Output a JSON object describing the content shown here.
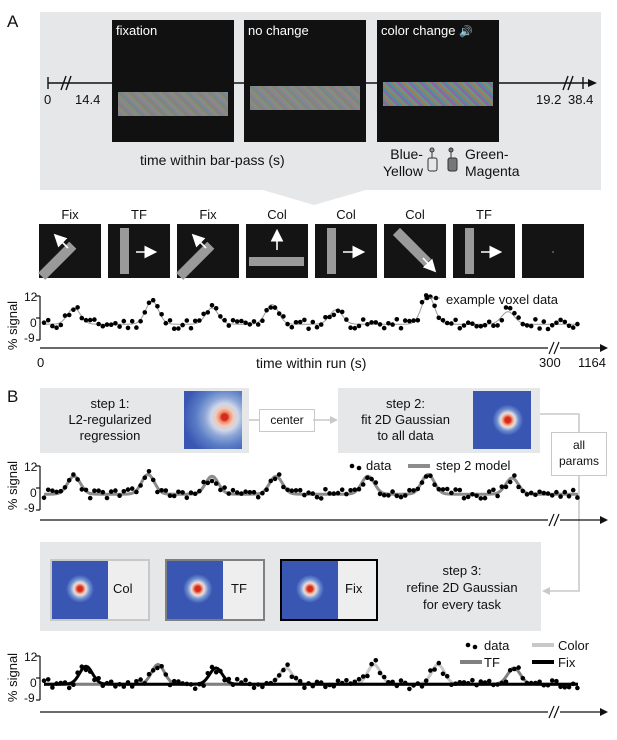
{
  "panel_a": {
    "letter": "A",
    "stimuli": [
      {
        "title": "fixation"
      },
      {
        "title": "no change"
      },
      {
        "title": "color change"
      }
    ],
    "axis_left": {
      "zero": "0",
      "start": "14.4"
    },
    "axis_right": {
      "end": "19.2",
      "total": "38.4"
    },
    "axis_label": "time within bar-pass (s)",
    "response_left": [
      "Blue-",
      "Yellow"
    ],
    "response_right": [
      "Green-",
      "Magenta"
    ],
    "tasks": [
      "Fix",
      "TF",
      "Fix",
      "Col",
      "Col",
      "Col",
      "TF",
      ""
    ],
    "signal_plot": {
      "ylabel": "% signal",
      "yticks": [
        "12",
        "0",
        "-9"
      ],
      "xlabel": "time within run (s)",
      "xticks": [
        "0",
        "300",
        "1164"
      ],
      "legend": "example voxel data"
    }
  },
  "panel_b": {
    "letter": "B",
    "step1": [
      "step 1:",
      "L2-regularized",
      "regression"
    ],
    "center_label": "center",
    "step2": [
      "step 2:",
      "fit 2D Gaussian",
      "to all data"
    ],
    "all_params_label": [
      "all",
      "params"
    ],
    "step3": [
      "step 3:",
      "refine 2D Gaussian",
      "for every task"
    ],
    "task_prfs": [
      "Col",
      "TF",
      "Fix"
    ],
    "plot1": {
      "ylabel": "% signal",
      "yticks": [
        "12",
        "0",
        "-9"
      ],
      "legend": [
        "data",
        "step 2 model"
      ]
    },
    "plot2": {
      "ylabel": "% signal",
      "yticks": [
        "12",
        "0",
        "-9"
      ],
      "legend": [
        "data",
        "Color",
        "TF",
        "Fix"
      ]
    }
  },
  "colors": {
    "panel_gray": "#e6e7e8",
    "prf_blue": "#3a56b3",
    "model_gray": "#8c8c8c",
    "color_task": "#c8c8c8",
    "tf_task": "#808080",
    "fix_task": "#000000"
  }
}
